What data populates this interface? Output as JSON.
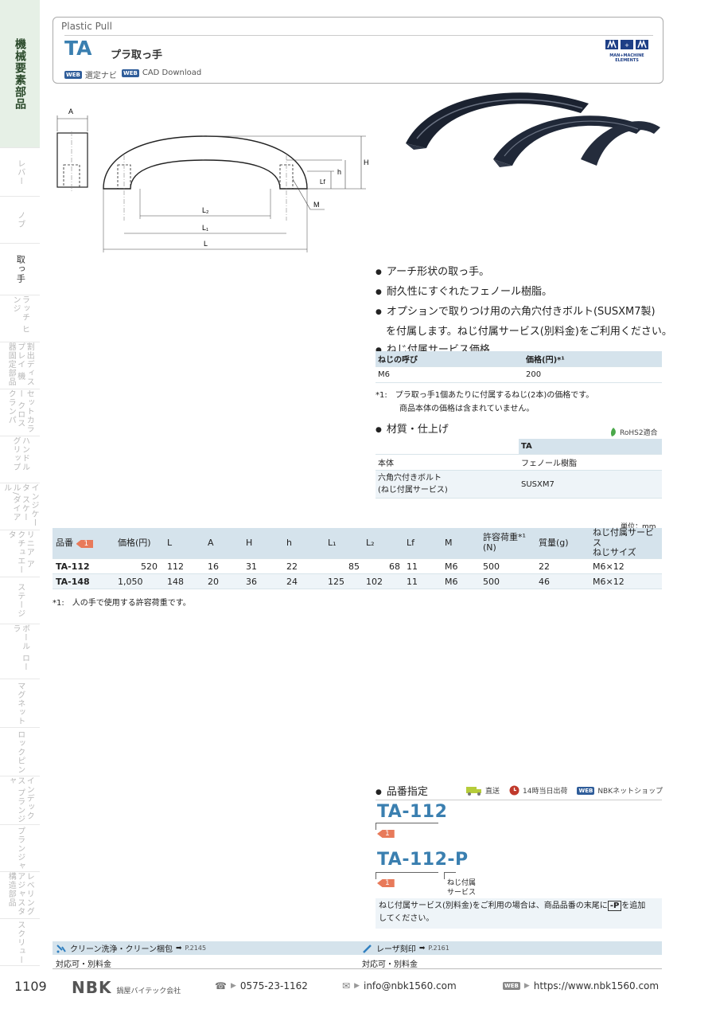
{
  "header": {
    "category": "Plastic Pull",
    "model": "TA",
    "title": "プラ取っ手",
    "web_label": "WEB",
    "nav_link": "選定ナビ",
    "cad_link": "CAD Download",
    "logo_text": "MAN+MACHINE ELEMENTS"
  },
  "sidebar": {
    "tabs": [
      {
        "label": "機械要素部品"
      },
      {
        "label": "レバー"
      },
      {
        "label": "ノブ"
      },
      {
        "label": "取っ手"
      },
      {
        "label": "ラッチ ヒンジ"
      },
      {
        "label": "割出ディスプレイ 機器固定部品"
      },
      {
        "label": "セットカラー クロスクランパ"
      },
      {
        "label": "ハンドル グリップ"
      },
      {
        "label": "インジケータ スケール/ダイアル"
      },
      {
        "label": "リニア アクチュエータ"
      },
      {
        "label": "ステージ"
      },
      {
        "label": "ボール ローラ"
      },
      {
        "label": "マグネット"
      },
      {
        "label": "ロックピン"
      },
      {
        "label": "インデックス プランジャ"
      },
      {
        "label": "プランジャ"
      },
      {
        "label": "レベリングアジャスタ 構造部品"
      },
      {
        "label": "スクリュー"
      }
    ]
  },
  "drawing": {
    "labels": {
      "A": "A",
      "H": "H",
      "h": "h",
      "Lf": "Lf",
      "M": "M",
      "L2": "L₂",
      "L1": "L₁",
      "L": "L"
    }
  },
  "features": [
    "アーチ形状の取っ手。",
    "耐久性にすぐれたフェノール樹脂。",
    "オプションで取りつけ用の六角穴付きボルト(SUSXM7製)",
    "を付属します。ねじ付属サービス(別料金)をご利用ください。"
  ],
  "service_price": {
    "title": "ねじ付属サービス価格",
    "headers": [
      "ねじの呼び",
      "価格(円)*¹"
    ],
    "rows": [
      [
        "M6",
        "200"
      ]
    ],
    "note_line1": "*1:　プラ取っ手1個あたりに付属するねじ(2本)の価格です。",
    "note_line2": "商品本体の価格は含まれていません。"
  },
  "material": {
    "title": "材質・仕上げ",
    "rohs": "RoHS2適合",
    "header": "TA",
    "rows": [
      {
        "item": "本体",
        "value": "フェノール樹脂"
      },
      {
        "item": "六角穴付きボルト\n(ねじ付属サービス)",
        "value": "SUSXM7"
      }
    ]
  },
  "spec_table": {
    "unit": "単位：mm",
    "badge": "1",
    "headers": [
      "品番",
      "価格(円)",
      "L",
      "A",
      "H",
      "h",
      "L₁",
      "L₂",
      "Lf",
      "M",
      "許容荷重*¹\n(N)",
      "質量(g)",
      "ねじ付属サービス\nねじサイズ"
    ],
    "rows": [
      [
        "TA-112",
        "520",
        "112",
        "16",
        "31",
        "22",
        "85",
        "68",
        "11",
        "M6",
        "500",
        "22",
        "M6×12"
      ],
      [
        "TA-148",
        "1,050",
        "148",
        "20",
        "36",
        "24",
        "125",
        "102",
        "11",
        "M6",
        "500",
        "46",
        "M6×12"
      ]
    ],
    "note": "*1:　人の手で使用する許容荷重です。"
  },
  "order": {
    "title": "品番指定",
    "direct": "直送",
    "same_day": "14時当日出荷",
    "shop": "NBKネットショップ",
    "example1": "TA-112",
    "example2": "TA-112-P",
    "badge": "1",
    "screw_label": "ねじ付属\nサービス",
    "note_pre": "ねじ付属サービス(別料金)をご利用の場合は、商品品番の末尾に",
    "note_code": "-P",
    "note_post": "を追加",
    "note_line2": "してください。"
  },
  "options": {
    "clean_title": "クリーン洗浄・クリーン梱包",
    "clean_page": "P.2145",
    "clean_value": "対応可・別料金",
    "laser_title": "レーザ刻印",
    "laser_page": "P.2161",
    "laser_value": "対応可・別料金"
  },
  "footer": {
    "page": "1109",
    "company": "NBK",
    "company_sub": "鍋屋バイテック会社",
    "phone": "0575-23-1162",
    "email": "info@nbk1560.com",
    "url": "https://www.nbk1560.com"
  },
  "colors": {
    "accent": "#3a7fb0",
    "badge": "#e87a5a",
    "sidebar_major": "#e6f0e6",
    "table_head": "#d5e3ec"
  }
}
